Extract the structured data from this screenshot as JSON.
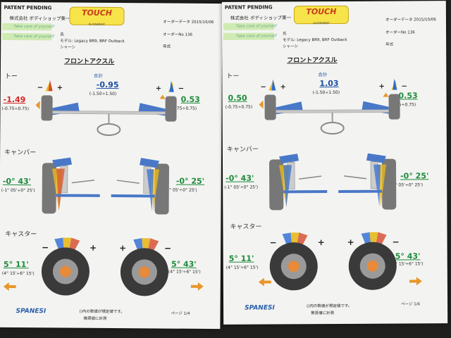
{
  "sheets": [
    {
      "header": {
        "patent": "PATENT PENDING",
        "company": "株式会社 ボディショップ東一",
        "order_date_label": "オーダーデータ",
        "order_date": "2015/10/06",
        "order_no_label": "オーダーNo",
        "order_no": "136",
        "model_prefix": "モデル:",
        "model": "Legacy BR9, BRF Outback",
        "chassis_label": "シャーシ",
        "vin_label": "年式",
        "owner_label": "氏",
        "highlight_1": "Take care of yourself",
        "highlight_2": "Take care of yourself"
      },
      "logo_main": "TOUCH",
      "logo_sub": "ALIGNMENT",
      "section_title": "フロントアクスル",
      "toe": {
        "label": "トー",
        "left_value": "-1.49",
        "left_range": "(-0.75÷0.75)",
        "total_label": "合計",
        "total_value": "-0.95",
        "total_range": "(-1.50÷1.50)",
        "right_value": "0.53",
        "right_range": "(-0.75÷0.75)"
      },
      "camber": {
        "label": "キャンバー",
        "left_value": "-0° 43'",
        "left_range": "(-1° 05'÷0° 25')",
        "right_value": "-0° 25'",
        "right_range": "(-1° 05'÷0° 25')"
      },
      "caster": {
        "label": "キャスター",
        "left_value": "5° 11'",
        "left_range": "(4° 15'÷6° 15')",
        "right_value": "5° 43'",
        "right_range": "(4° 15'÷6° 15')"
      },
      "footer": {
        "brand": "SPANESI",
        "note_1": "()内の数値が規定値です。",
        "note_2": "推奨値に計測",
        "page": "ページ 1/4"
      }
    },
    {
      "header": {
        "patent": "PATENT PENDING",
        "company": "株式会社 ボディショップ東一",
        "order_date_label": "オーダーデータ",
        "order_date": "2015/10/06",
        "order_no_label": "オーダーNo",
        "order_no": "136",
        "model_prefix": "モデル:",
        "model": "Legacy BR9, BRF Outback",
        "chassis_label": "シャーシ",
        "vin_label": "年式",
        "owner_label": "氏",
        "highlight_1": "Take care of yourself",
        "highlight_2": "Take care of yourself"
      },
      "logo_main": "TOUCH",
      "logo_sub": "ALIGNMENT",
      "section_title": "フロントアクスル",
      "toe": {
        "label": "トー",
        "left_value": "0.50",
        "left_range": "(-0.75÷0.75)",
        "total_label": "合計",
        "total_value": "1.03",
        "total_range": "(-1.50÷1.50)",
        "right_value": "0.53",
        "right_range": "(-0.75÷0.75)"
      },
      "camber": {
        "label": "キャンバー",
        "left_value": "-0° 43'",
        "left_range": "(-1° 05'÷0° 25')",
        "right_value": "-0° 25'",
        "right_range": "(-1° 05'÷0° 25')"
      },
      "caster": {
        "label": "キャスター",
        "left_value": "5° 11'",
        "left_range": "(4° 15'÷6° 15')",
        "right_value": "5° 43'",
        "right_range": "(4° 15'÷6° 15')"
      },
      "footer": {
        "brand": "SPANESI",
        "note_1": "()内の数値が規定値です。",
        "note_2": "推奨値に計測",
        "page": "ページ 1/4"
      }
    }
  ],
  "colors": {
    "paper": "#f3f4f2",
    "background": "#1f1f1d",
    "out_of_range": "#d42424",
    "in_range": "#1e8a3a",
    "total": "#1c4fa3"
  }
}
